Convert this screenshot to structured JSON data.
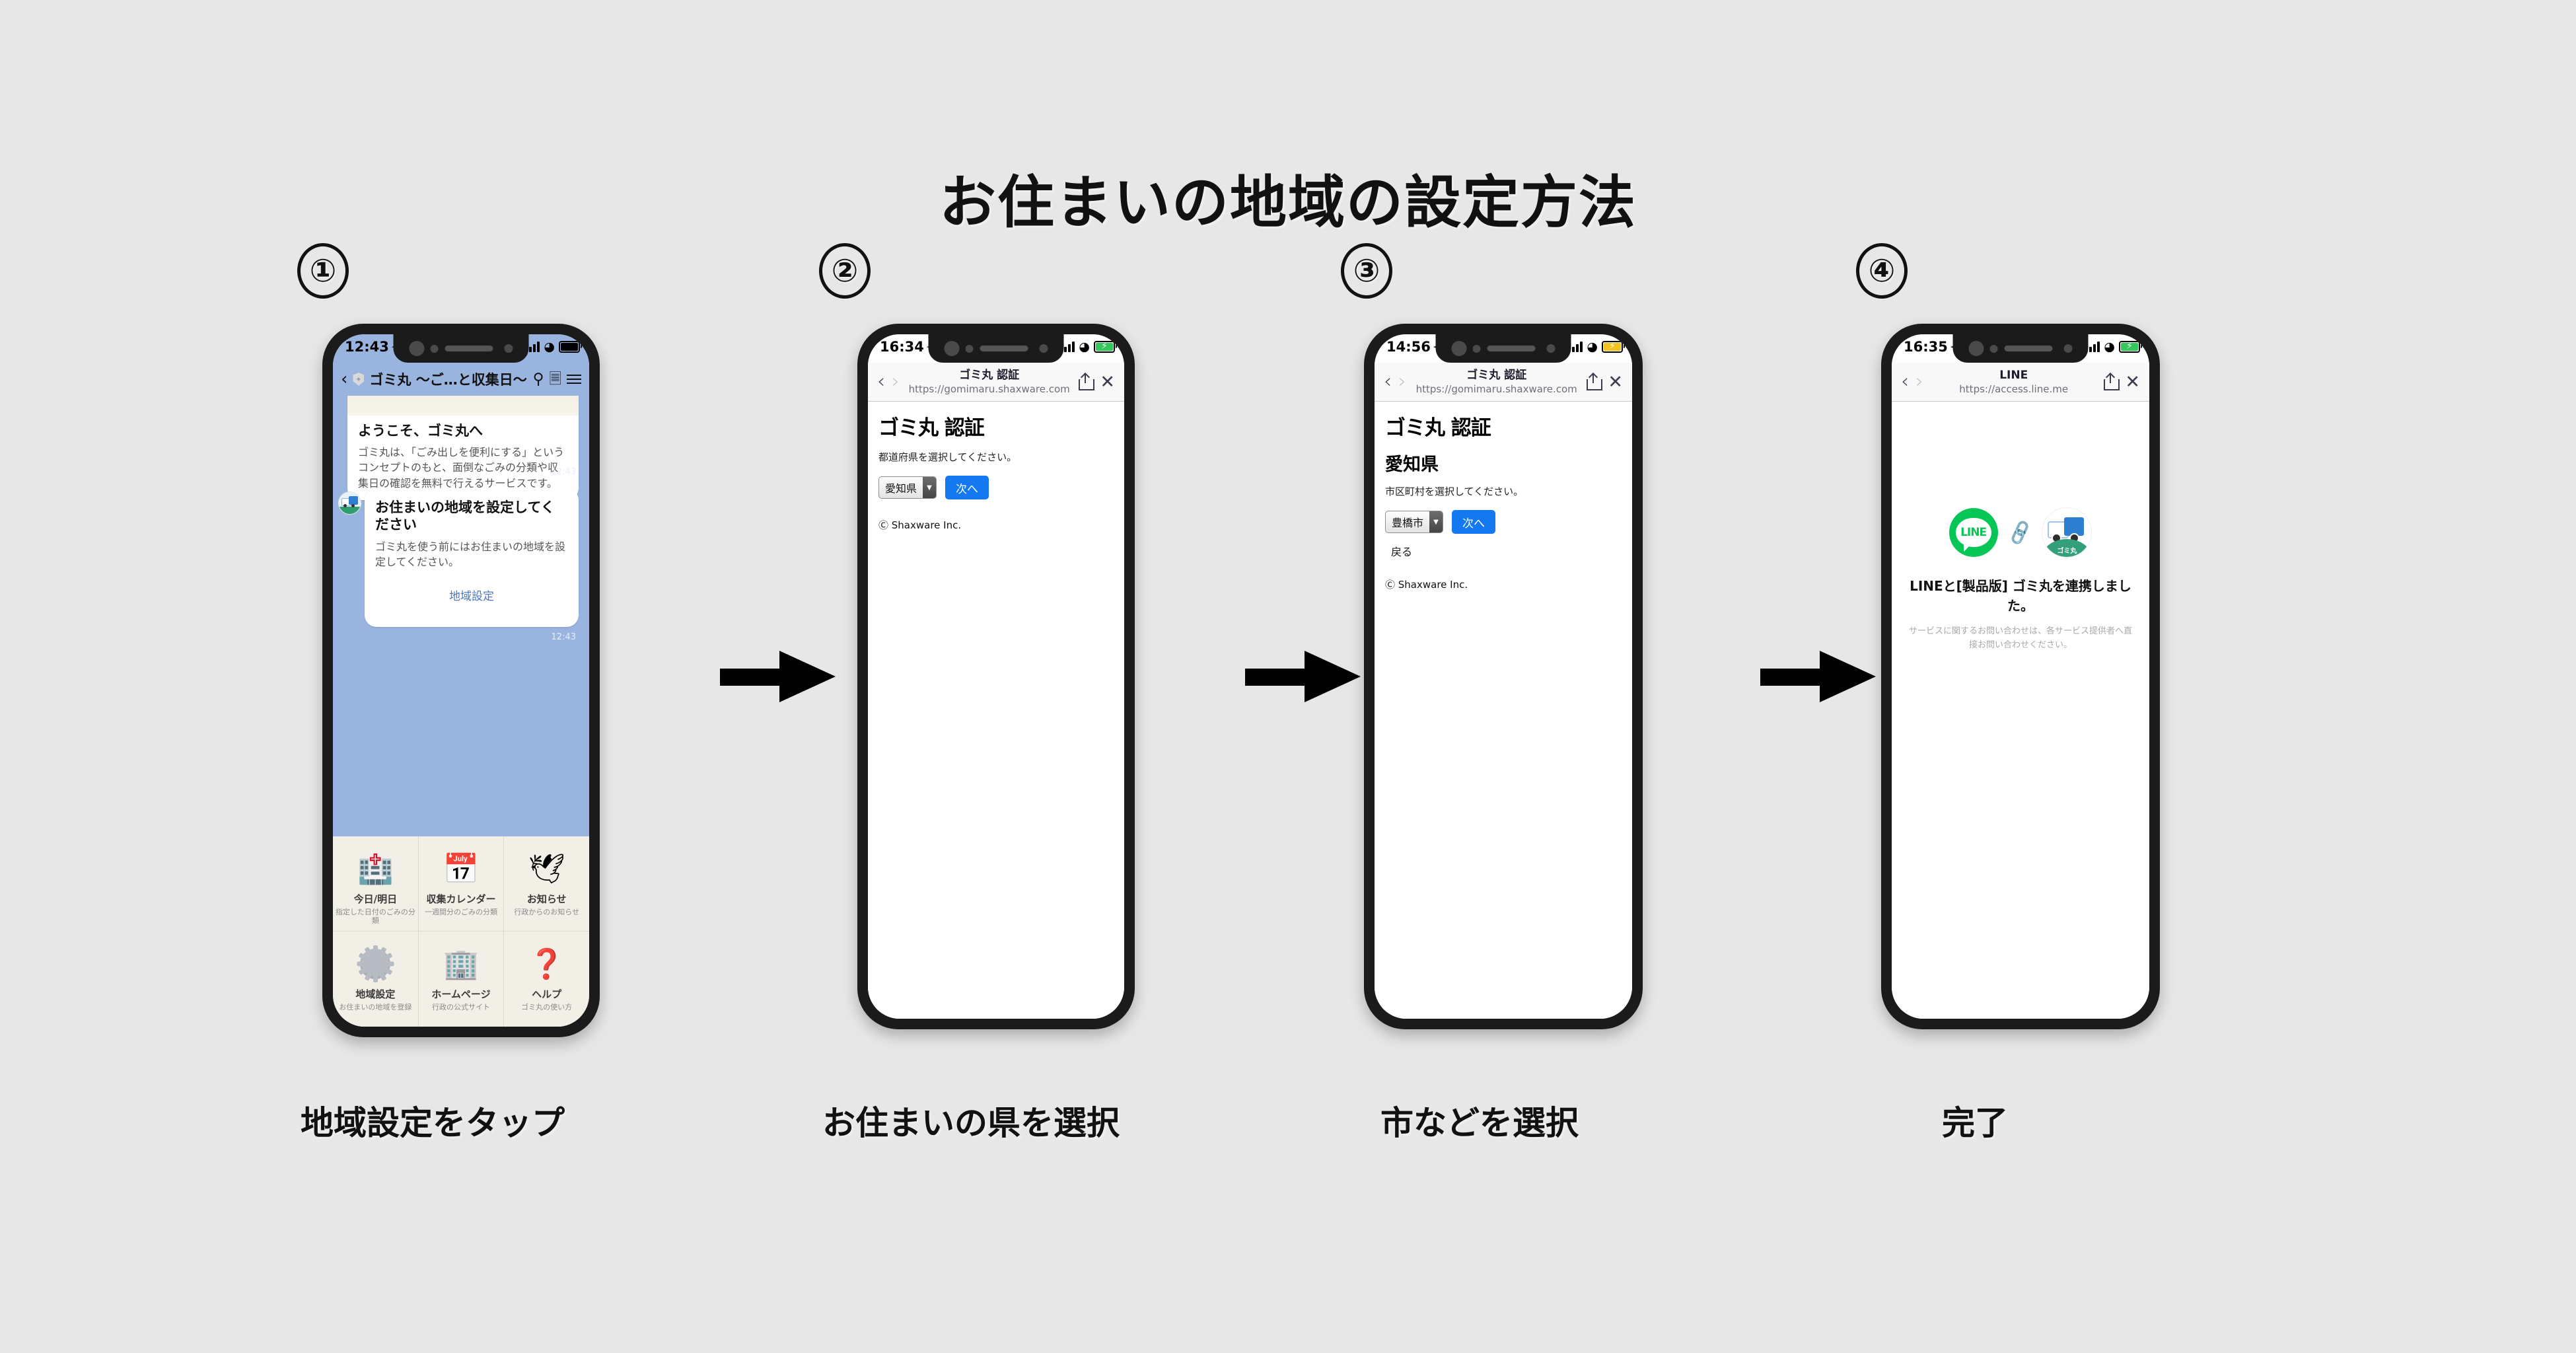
{
  "page": {
    "title": "お住まいの地域の設定方法",
    "background_color": "#e7e7e7"
  },
  "steps": [
    {
      "number": "①",
      "caption": "地域設定をタップ",
      "phone": {
        "status_bar": {
          "time": "12:43",
          "location_icon": "location-arrow",
          "signal": "signal-bars",
          "wifi": "wifi-icon",
          "battery": "battery-full"
        },
        "app": "line-chat",
        "nav": {
          "back_icon": "chevron-left-icon",
          "shield_icon": "shield-icon",
          "title": "ゴミ丸 〜ご…と収集日〜",
          "search_icon": "search-icon",
          "notes_icon": "notes-icon",
          "menu_icon": "hamburger-icon",
          "background_color": "#9ab4e0"
        },
        "messages": [
          {
            "heading": "ようこそ、ゴミ丸へ",
            "body": "ゴミ丸は、「ごみ出しを便利にする」というコンセプトのもと、面倒なごみの分類や収集日の確認を無料で行えるサービスです。",
            "timestamp": "12:43"
          },
          {
            "heading": "お住まいの地域を設定してください",
            "body": "ゴミ丸を使う前にはお住まいの地域を設定してください。",
            "action_label": "地域設定",
            "timestamp": "12:43",
            "avatar": "gomimaru-truck-avatar"
          }
        ],
        "menu_grid": [
          {
            "icon": "trash-sorting-icon",
            "title": "今日/明日",
            "subtitle": "指定した日付のごみの分類"
          },
          {
            "icon": "calendar-icon",
            "title": "収集カレンダー",
            "subtitle": "一週間分のごみの分類"
          },
          {
            "icon": "dove-mail-icon",
            "title": "お知らせ",
            "subtitle": "行政からのお知らせ"
          },
          {
            "icon": "gear-icon",
            "title": "地域設定",
            "subtitle": "お住まいの地域を登録"
          },
          {
            "icon": "city-hall-icon",
            "title": "ホームページ",
            "subtitle": "行政の公式サイト"
          },
          {
            "icon": "question-mark-icon",
            "title": "ヘルプ",
            "subtitle": "ゴミ丸の使い方"
          }
        ]
      }
    },
    {
      "number": "②",
      "caption": "お住まいの県を選択",
      "phone": {
        "status_bar": {
          "time": "16:34",
          "location_icon": "location-arrow",
          "signal": "signal-bars",
          "wifi": "wifi-icon",
          "battery": "battery-charging-green"
        },
        "app": "safari-webview",
        "browser": {
          "back_icon": "chevron-left-icon",
          "forward_icon": "chevron-right-icon",
          "title": "ゴミ丸 認証",
          "url": "https://gomimaru.shaxware.com",
          "share_icon": "share-icon",
          "close_icon": "close-icon"
        },
        "content": {
          "h1": "ゴミ丸 認証",
          "prompt": "都道府県を選択してください。",
          "select_value": "愛知県",
          "select_caret": "caret-down-icon",
          "next_label": "次へ",
          "copyright": "Ⓒ Shaxware Inc."
        }
      }
    },
    {
      "number": "③",
      "caption": "市などを選択",
      "phone": {
        "status_bar": {
          "time": "14:56",
          "location_icon": "location-arrow",
          "signal": "signal-bars",
          "wifi": "wifi-icon",
          "battery": "battery-charging-amber"
        },
        "app": "safari-webview",
        "browser": {
          "back_icon": "chevron-left-icon",
          "forward_icon": "chevron-right-icon",
          "title": "ゴミ丸 認証",
          "url": "https://gomimaru.shaxware.com",
          "share_icon": "share-icon",
          "close_icon": "close-icon"
        },
        "content": {
          "h1": "ゴミ丸 認証",
          "h2": "愛知県",
          "prompt": "市区町村を選択してください。",
          "select_value": "豊橋市",
          "select_caret": "caret-down-icon",
          "next_label": "次へ",
          "back_label": "戻る",
          "copyright": "Ⓒ Shaxware Inc."
        }
      }
    },
    {
      "number": "④",
      "caption": "完了",
      "phone": {
        "status_bar": {
          "time": "16:35",
          "location_icon": "location-arrow",
          "signal": "signal-bars",
          "wifi": "wifi-icon",
          "battery": "battery-charging-green"
        },
        "app": "safari-webview",
        "browser": {
          "back_icon": "chevron-left-icon",
          "forward_icon": "chevron-right-icon",
          "title": "LINE",
          "url": "https://access.line.me",
          "share_icon": "share-icon",
          "close_icon": "close-icon"
        },
        "content": {
          "line_logo_label": "LINE",
          "link_icon": "chain-link-icon",
          "app_logo_label": "ゴミ丸",
          "heading": "LINEと[製品版] ゴミ丸を連携しました。",
          "note": "サービスに関するお問い合わせは、各サービス提供者へ直接お問い合わせください。"
        }
      }
    }
  ],
  "arrows": [
    {
      "name": "arrow-step1-to-step2",
      "glyph": "right-arrow"
    },
    {
      "name": "arrow-step2-to-step3",
      "glyph": "right-arrow"
    },
    {
      "name": "arrow-step3-to-step4",
      "glyph": "right-arrow"
    }
  ],
  "colors": {
    "line_green": "#06c755",
    "chat_background": "#9ab4e0",
    "button_blue": "#1479f0",
    "link_blue": "#4a76c4",
    "truck_blue": "#2e7fd1",
    "hill_green": "#34a07a"
  }
}
